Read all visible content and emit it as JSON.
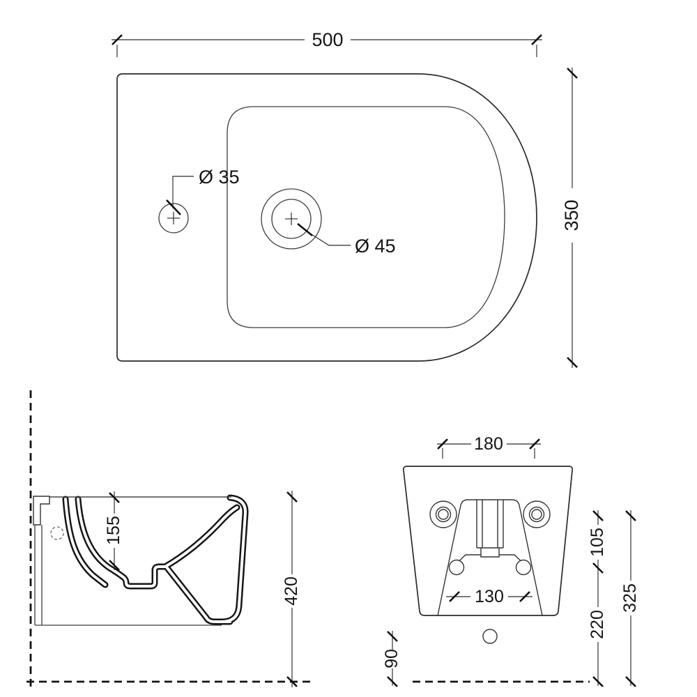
{
  "top_view": {
    "width_mm": "500",
    "depth_mm": "350",
    "tap_hole": "Ø 35",
    "drain_hole": "Ø 45"
  },
  "side_view": {
    "rim_to_bowl_bottom_mm": "155",
    "overall_height_mm": "420"
  },
  "rear_view": {
    "fixing_holes_span_mm": "180",
    "fixing_to_lower_holes_mm": "105",
    "lower_holes_span_mm": "130",
    "lower_holes_to_floor_mm": "220",
    "fixing_holes_to_floor_mm": "325",
    "outlet_to_floor_mm": "90"
  },
  "colors": {
    "background": "#ffffff",
    "line": "#1a1a1a"
  }
}
